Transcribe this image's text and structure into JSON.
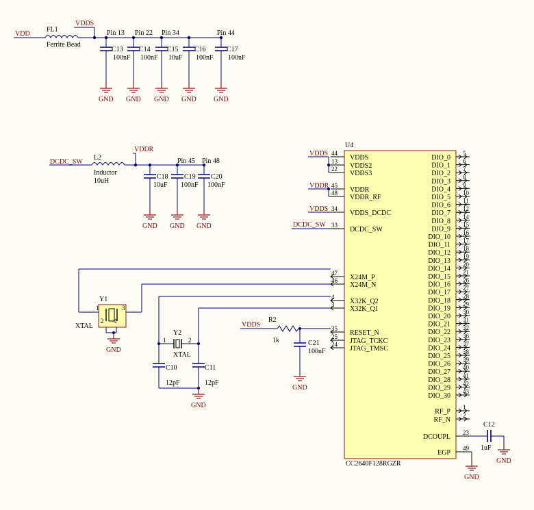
{
  "nets": {
    "vdd": "VDD",
    "vdds": "VDDS",
    "vddr": "VDDR",
    "dcdc_sw": "DCDC_SW",
    "gnd": "GND"
  },
  "fl1": {
    "ref": "FL1",
    "value": "Ferrite Bead"
  },
  "l2": {
    "ref": "L2",
    "type": "Inductor",
    "value": "10uH"
  },
  "pin_labels": [
    "Pin 13",
    "Pin 22",
    "Pin 34",
    "Pin 44",
    "Pin 45",
    "Pin 48"
  ],
  "caps_top": [
    {
      "ref": "C13",
      "value": "100nF"
    },
    {
      "ref": "C14",
      "value": "100nF"
    },
    {
      "ref": "C15",
      "value": "10uF"
    },
    {
      "ref": "C16",
      "value": "100nF"
    },
    {
      "ref": "C17",
      "value": "100nF"
    }
  ],
  "caps_mid": [
    {
      "ref": "C18",
      "value": "10uF"
    },
    {
      "ref": "C19",
      "value": "100nF"
    },
    {
      "ref": "C20",
      "value": "100nF"
    }
  ],
  "y1": {
    "ref": "Y1",
    "value": "XTAL",
    "pins": [
      "1",
      "2",
      "3",
      "4"
    ]
  },
  "y2": {
    "ref": "Y2",
    "value": "XTAL",
    "pins": [
      "1",
      "2"
    ]
  },
  "c10": {
    "ref": "C10",
    "value": "12pF"
  },
  "c11": {
    "ref": "C11",
    "value": "12pF"
  },
  "r2": {
    "ref": "R2",
    "value": "1k"
  },
  "c21": {
    "ref": "C21",
    "value": "100nF"
  },
  "c12": {
    "ref": "C12",
    "value": "1uF"
  },
  "u4": {
    "ref": "U4",
    "part": "CC2640F128RGZR",
    "left_pins": [
      {
        "name": "VDDS",
        "num": "44"
      },
      {
        "name": "VDDS2",
        "num": "13"
      },
      {
        "name": "VDDS3",
        "num": "22"
      },
      {
        "name": "VDDR",
        "num": "45"
      },
      {
        "name": "VDDR_RF",
        "num": "48"
      },
      {
        "name": "VDDS_DCDC",
        "num": "34"
      },
      {
        "name": "DCDC_SW",
        "num": "33"
      },
      {
        "name": "X24M_P",
        "num": "47"
      },
      {
        "name": "X24M_N",
        "num": "46"
      },
      {
        "name": "X32K_Q2",
        "num": "4"
      },
      {
        "name": "X32K_Q1",
        "num": "3"
      },
      {
        "name": "RESET_N",
        "num": "35"
      },
      {
        "name": "JTAG_TCKC",
        "num": "25"
      },
      {
        "name": "JTAG_TMSC",
        "num": "24"
      }
    ],
    "dio": [
      {
        "name": "DIO_0",
        "num": "5"
      },
      {
        "name": "DIO_1",
        "num": "6"
      },
      {
        "name": "DIO_2",
        "num": "7"
      },
      {
        "name": "DIO_3",
        "num": "8"
      },
      {
        "name": "DIO_4",
        "num": "9"
      },
      {
        "name": "DIO_5",
        "num": "10"
      },
      {
        "name": "DIO_6",
        "num": "11"
      },
      {
        "name": "DIO_7",
        "num": "12"
      },
      {
        "name": "DIO_8",
        "num": "14"
      },
      {
        "name": "DIO_9",
        "num": "15"
      },
      {
        "name": "DIO_10",
        "num": "16"
      },
      {
        "name": "DIO_11",
        "num": "17"
      },
      {
        "name": "DIO_12",
        "num": "18"
      },
      {
        "name": "DIO_13",
        "num": "19"
      },
      {
        "name": "DIO_14",
        "num": "20"
      },
      {
        "name": "DIO_15",
        "num": "21"
      },
      {
        "name": "DIO_16",
        "num": "26"
      },
      {
        "name": "DIO_17",
        "num": "27"
      },
      {
        "name": "DIO_18",
        "num": "28"
      },
      {
        "name": "DIO_19",
        "num": "29"
      },
      {
        "name": "DIO_20",
        "num": "30"
      },
      {
        "name": "DIO_21",
        "num": "31"
      },
      {
        "name": "DIO_22",
        "num": "32"
      },
      {
        "name": "DIO_23",
        "num": "36"
      },
      {
        "name": "DIO_24",
        "num": "37"
      },
      {
        "name": "DIO_25",
        "num": "38"
      },
      {
        "name": "DIO_26",
        "num": "39"
      },
      {
        "name": "DIO_27",
        "num": "40"
      },
      {
        "name": "DIO_28",
        "num": "41"
      },
      {
        "name": "DIO_29",
        "num": "42"
      },
      {
        "name": "DIO_30",
        "num": "43"
      }
    ],
    "rf": [
      {
        "name": "RF_P",
        "num": "1"
      },
      {
        "name": "RF_N",
        "num": "2"
      }
    ],
    "dcoupl": {
      "name": "DCOUPL",
      "num": "23"
    },
    "egp": {
      "name": "EGP",
      "num": "49"
    }
  }
}
